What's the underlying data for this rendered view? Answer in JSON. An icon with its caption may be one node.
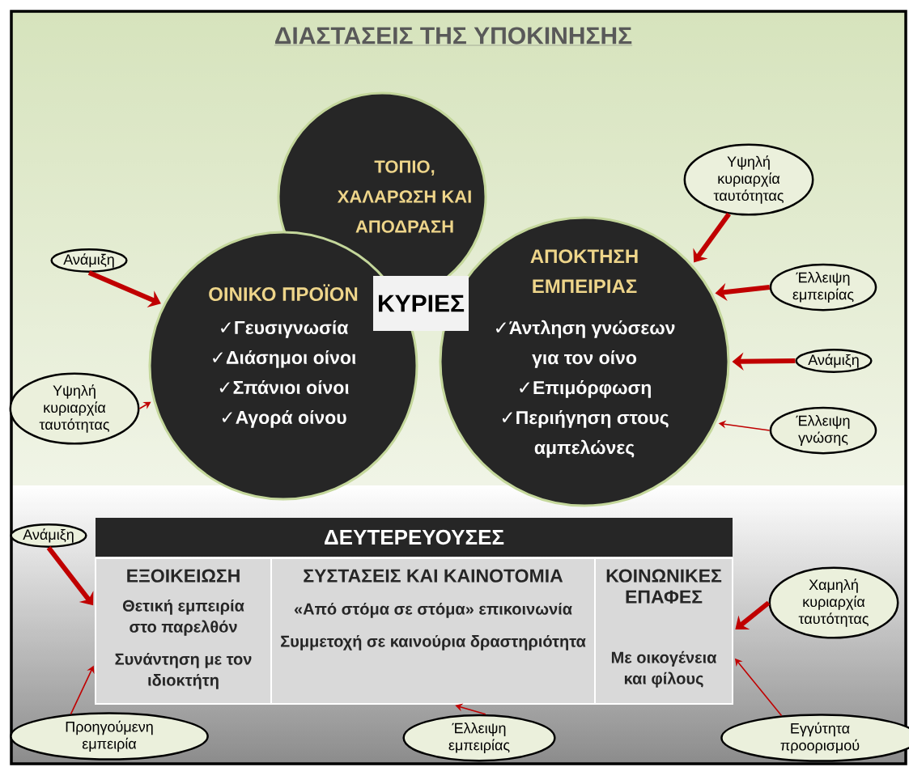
{
  "diagram": {
    "title": "ΔΙΑΣΤΑΣΕΙΣ ΤΗΣ ΥΠΟΚΙΝΗΣΗΣ",
    "nodes": [
      {
        "text": [
          "ΤΟΠΙΟ, ΧΑΛΑΡΩΣΗ ΚΑΙ ΑΠΟΔΡΑΣΗ"
        ]
      },
      {
        "text": [
          "ΟΙΝΙΚΟ ΠΡΟΪΟΝ",
          "✓Γευσιγνωσία",
          "✓Διάσημοι οίνοι",
          "✓Σπάνιοι οίνοι",
          "✓Αγορά οίνου"
        ]
      },
      {
        "text": [
          "ΑΠΟΚΤΗΣΗ ΕΜΠΕΙΡΙΑΣ",
          "✓Άντληση γνώσεων για τον οίνο",
          "✓Επιμόρφωση",
          "✓Περιήγηση στους αμπελώνες"
        ]
      },
      {
        "text": [
          "ΚΥΡΙΕΣ"
        ]
      },
      {
        "text": [
          "Ανάμιξη"
        ]
      },
      {
        "text": [
          "Υψηλή κυριαρχία ταυτότητας"
        ]
      },
      {
        "text": [
          "Υψηλή κυριαρχία ταυτότητας"
        ]
      },
      {
        "text": [
          "Έλλειψη εμπειρίας"
        ]
      },
      {
        "text": [
          "Ανάμιξη"
        ]
      },
      {
        "text": [
          "Έλλειψη γνώσης"
        ]
      },
      {
        "text": [
          "ΔΕΥΤΕΡΕΥΟΥΣΕΣ"
        ]
      },
      {
        "text": [
          "ΕΞΟΙΚΕΙΩΣΗ",
          "Θετική εμπειρία στο παρελθόν",
          "Συνάντηση με τον ιδιοκτήτη"
        ]
      },
      {
        "text": [
          "ΣΥΣΤΑΣΕΙΣ ΚΑΙ ΚΑΙΝΟΤΟΜΙΑ",
          "«Από στόμα σε στόμα» επικοινωνία",
          "Συμμετοχή σε καινούρια δραστηριότητα"
        ]
      },
      {
        "text": [
          "ΚΟΙΝΩΝΙΚΕΣ ΕΠΑΦΕΣ",
          "Με οικογένεια και φίλους"
        ]
      },
      {
        "text": [
          "Ανάμιξη"
        ]
      },
      {
        "text": [
          "Προηγούμενη εμπειρία"
        ]
      },
      {
        "text": [
          "Έλλειψη εμπειρίας"
        ]
      },
      {
        "text": [
          "Χαμηλή κυριαρχία ταυτότητας"
        ]
      },
      {
        "text": [
          "Εγγύτητα προορισμού"
        ]
      }
    ],
    "edges": [
      {
        "from": 4,
        "to": 1,
        "arrow": "to"
      },
      {
        "from": 5,
        "to": 1,
        "arrow": "to"
      },
      {
        "from": 6,
        "to": 2,
        "arrow": "to"
      },
      {
        "from": 7,
        "to": 2,
        "arrow": "to"
      },
      {
        "from": 8,
        "to": 2,
        "arrow": "to"
      },
      {
        "from": 9,
        "to": 2,
        "arrow": "to"
      },
      {
        "from": 14,
        "to": 11,
        "arrow": "to"
      },
      {
        "from": 15,
        "to": 11,
        "arrow": "to"
      },
      {
        "from": 16,
        "to": 12,
        "arrow": "to"
      },
      {
        "from": 17,
        "to": 13,
        "arrow": "to"
      },
      {
        "from": 18,
        "to": 13,
        "arrow": "to"
      }
    ]
  }
}
